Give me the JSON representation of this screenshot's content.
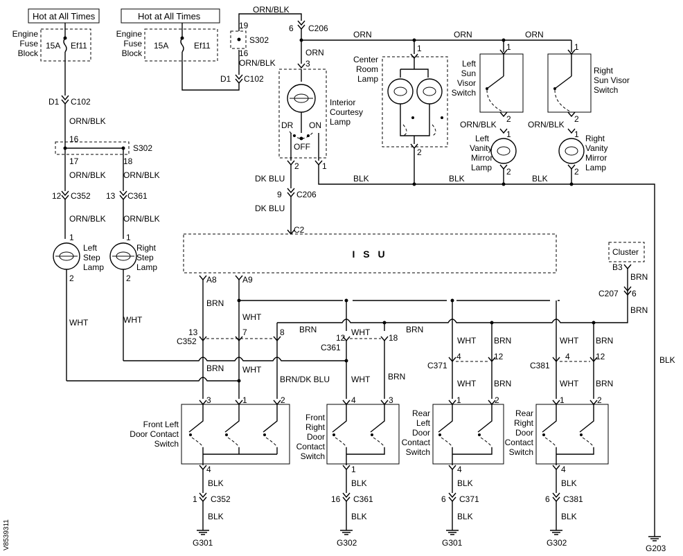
{
  "supplies": {
    "left_hot": "Hot at All Times",
    "mid_hot": "Hot at All Times",
    "engine_fuse_block": [
      "Engine",
      "Fuse",
      "Block"
    ],
    "fuse_rating": "15A",
    "fuse_id": "Ef11",
    "cluster": "Cluster"
  },
  "connectors": {
    "d1_c102": "C102",
    "d1": "D1",
    "s302": "S302",
    "s302_pin19": "19",
    "s302_pin16": "16",
    "s302_pin17": "17",
    "s302_pin18": "18",
    "c206": "C206",
    "c206_pin6": "6",
    "c206_pin9": "9",
    "c352": "C352",
    "c361": "C361",
    "c371": "C371",
    "c381": "C381",
    "c2": "C2",
    "c207": "C207",
    "c207_pin6": "6",
    "b3": "B3",
    "pin_12": "12",
    "pin_13": "13",
    "pin_7": "7",
    "pin_8": "8",
    "pin_18": "18",
    "pin_4": "4",
    "pin_1": "1",
    "pin_2": "2",
    "pin_3": "3",
    "a8": "A8",
    "a9": "A9",
    "pin_16": "16",
    "pin_6": "6"
  },
  "wires": {
    "orn_blk": "ORN/BLK",
    "orn": "ORN",
    "blk": "BLK",
    "wht": "WHT",
    "brn": "BRN",
    "dk_blu": "DK BLU",
    "brn_dk_blu": "BRN/DK BLU"
  },
  "components": {
    "interior_courtesy": [
      "Interior",
      "Courtesy",
      "Lamp"
    ],
    "center_room": [
      "Center",
      "Room",
      "Lamp"
    ],
    "left_sun_visor": [
      "Left",
      "Sun",
      "Visor",
      "Switch"
    ],
    "right_sun_visor": [
      "Right",
      "Sun Visor",
      "Switch"
    ],
    "left_vanity": [
      "Left",
      "Vanity",
      "Mirror",
      "Lamp"
    ],
    "right_vanity": [
      "Right",
      "Vanity",
      "Mirror",
      "Lamp"
    ],
    "left_step": [
      "Left",
      "Step",
      "Lamp"
    ],
    "right_step": [
      "Right",
      "Step",
      "Lamp"
    ],
    "isu": "I S U",
    "dr": "DR",
    "on": "ON",
    "off": "OFF",
    "front_left_door": [
      "Front Left",
      "Door Contact",
      "Switch"
    ],
    "front_right_door": [
      "Front",
      "Right",
      "Door",
      "Contact",
      "Switch"
    ],
    "rear_left_door": [
      "Rear",
      "Left",
      "Door",
      "Contact",
      "Switch"
    ],
    "rear_right_door": [
      "Rear",
      "Right",
      "Door",
      "Contact",
      "Switch"
    ]
  },
  "grounds": {
    "g301a": "G301",
    "g302a": "G302",
    "g301b": "G301",
    "g302b": "G302",
    "g203": "G203"
  },
  "figure_id": "V8539311"
}
